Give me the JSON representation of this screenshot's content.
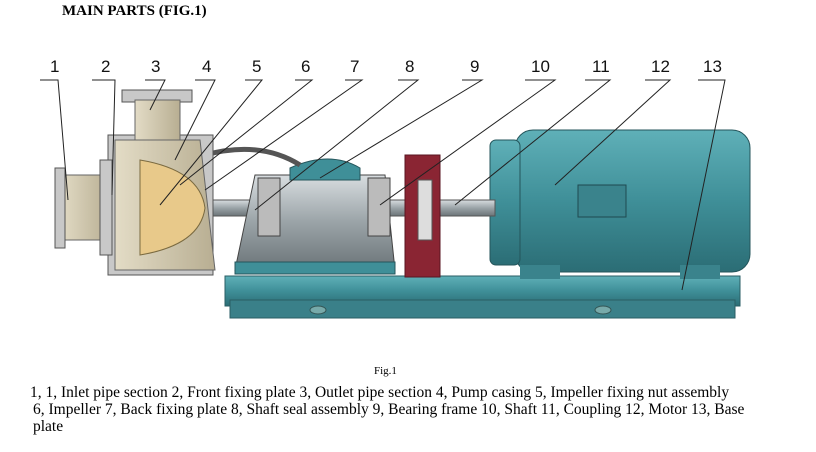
{
  "title": "MAIN PARTS (FIG.1)",
  "figure": {
    "callouts": [
      "1",
      "2",
      "3",
      "4",
      "5",
      "6",
      "7",
      "8",
      "9",
      "10",
      "11",
      "12",
      "13"
    ],
    "label": "Fig.1"
  },
  "caption": {
    "line1": "1, 1, Inlet pipe section 2, Front fixing plate 3, Outlet pipe section 4, Pump casing 5, Impeller fixing nut assembly",
    "line2": "6, Impeller 7, Back fixing plate 8, Shaft seal assembly 9, Bearing frame 10, Shaft 11, Coupling 12, Motor 13, Base",
    "line3": "plate"
  },
  "colors": {
    "motor": "#3f8f98",
    "base": "#4a9aa3",
    "coupling_guard": "#8a2533",
    "casing": "#c9c0a6",
    "frame": "#9aa3a7"
  }
}
